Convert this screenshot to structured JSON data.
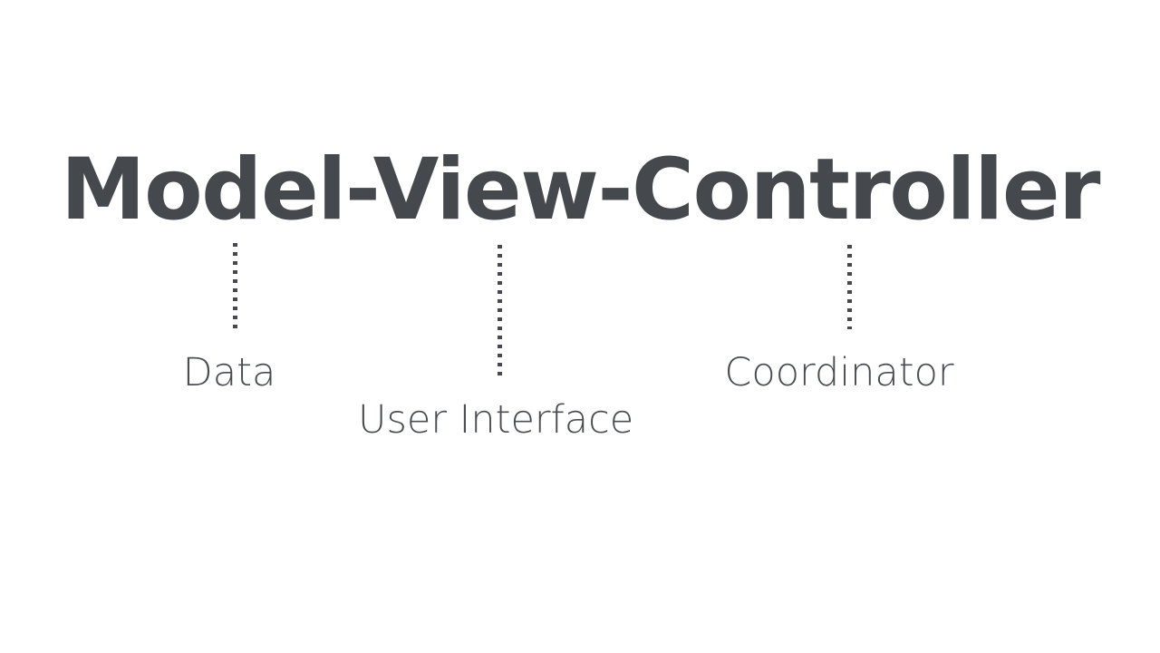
{
  "slide": {
    "background_color": "#ffffff",
    "text_color": "#45494d",
    "label_color": "#4a4e52",
    "title": "Model-View-Controller",
    "annotations": [
      {
        "term": "Model",
        "label": "Data",
        "connector": "dotted-vertical-line"
      },
      {
        "term": "View",
        "label": "User Interface",
        "connector": "dotted-vertical-line"
      },
      {
        "term": "Controller",
        "label": "Coordinator",
        "connector": "dotted-vertical-line"
      }
    ]
  }
}
